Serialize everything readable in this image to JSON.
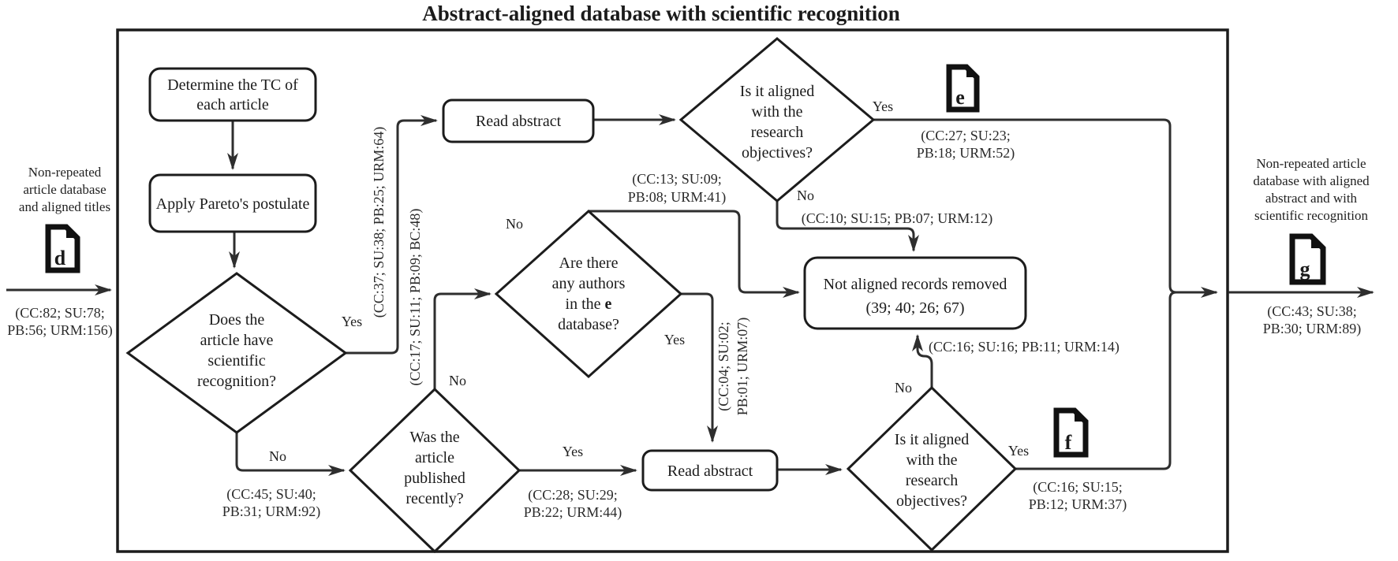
{
  "title": "Abstract-aligned database with scientific recognition",
  "input": {
    "line1": "Non-repeated",
    "line2": "article database",
    "line3": "and aligned titles",
    "icon_letter": "d",
    "counts1": "(CC:82; SU:78;",
    "counts2": "PB:56; URM:156)"
  },
  "output": {
    "line1": "Non-repeated article",
    "line2": "database with aligned",
    "line3": "abstract and with",
    "line4": "scientific recognition",
    "icon_letter": "g",
    "counts1": "(CC:43; SU:38;",
    "counts2": "PB:30; URM:89)"
  },
  "nodes": {
    "determine": {
      "line1": "Determine the TC of",
      "line2": "each article"
    },
    "pareto": {
      "label": "Apply Pareto's postulate"
    },
    "recognition": {
      "line1": "Does the",
      "line2": "article have",
      "line3": "scientific",
      "line4": "recognition?"
    },
    "read_abstract_top": {
      "label": "Read abstract"
    },
    "aligned_top": {
      "line1": "Is it aligned",
      "line2": "with the",
      "line3": "research",
      "line4": "objectives?"
    },
    "authors": {
      "line1": "Are there",
      "line2": "any authors",
      "line3a": "in the",
      "line3b": "e",
      "line4": "database?"
    },
    "published": {
      "line1": "Was the",
      "line2": "article",
      "line3": "published",
      "line4": "recently?"
    },
    "read_abstract_bottom": {
      "label": "Read abstract"
    },
    "aligned_bottom": {
      "line1": "Is it aligned",
      "line2": "with the",
      "line3": "research",
      "line4": "objectives?"
    },
    "not_aligned": {
      "line1": "Not aligned records removed",
      "line2": "(39; 40; 26; 67)"
    }
  },
  "edges": {
    "recognition_yes": {
      "label": "Yes",
      "counts": "(CC:37; SU:38; PB:25; URM:64)"
    },
    "recognition_no": {
      "label": "No",
      "counts1": "(CC:45; SU:40;",
      "counts2": "PB:31; URM:92)"
    },
    "aligned_top_yes": {
      "label": "Yes",
      "icon_letter": "e",
      "counts1": "(CC:27; SU:23;",
      "counts2": "PB:18; URM:52)"
    },
    "aligned_top_no": {
      "label": "No",
      "counts": "(CC:10; SU:15; PB:07; URM:12)"
    },
    "authors_no": {
      "label": "No",
      "counts1": "(CC:13; SU:09;",
      "counts2": "PB:08; URM:41)"
    },
    "authors_yes": {
      "label": "Yes",
      "counts1": "(CC:04; SU:02;",
      "counts2": "PB:01; URM:07)"
    },
    "published_no": {
      "label": "No",
      "counts": "(CC:17; SU:11; PB:09; BC:48)"
    },
    "published_yes": {
      "label": "Yes",
      "counts1": "(CC:28; SU:29;",
      "counts2": "PB:22; URM:44)"
    },
    "aligned_bottom_no": {
      "label": "No",
      "counts": "(CC:16; SU:16; PB:11; URM:14)"
    },
    "aligned_bottom_yes": {
      "label": "Yes",
      "icon_letter": "f",
      "counts1": "(CC:16; SU:15;",
      "counts2": "PB:12; URM:37)"
    }
  }
}
